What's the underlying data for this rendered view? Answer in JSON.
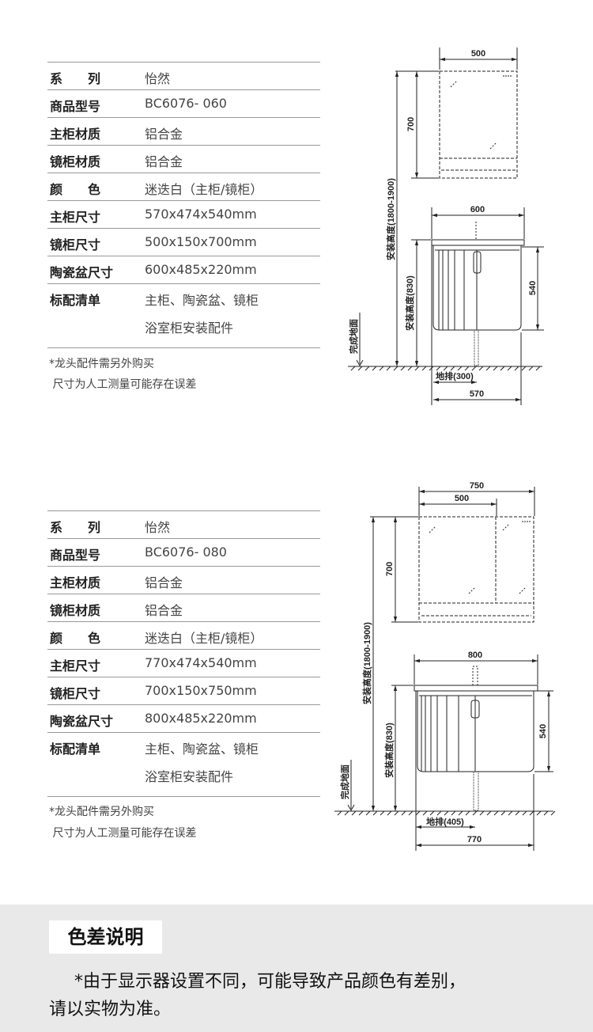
{
  "products": [
    {
      "specs": [
        {
          "label": "系　　列",
          "value": "怡然"
        },
        {
          "label": "商品型号",
          "value": "BC6076- 060"
        },
        {
          "label": "主柜材质",
          "value": "铝合金"
        },
        {
          "label": "镜柜材质",
          "value": "铝合金"
        },
        {
          "label": "颜　　色",
          "value": "迷迭白（主柜/镜柜）"
        },
        {
          "label": "主柜尺寸",
          "value": "570x474x540mm"
        },
        {
          "label": "镜柜尺寸",
          "value": "500x150x700mm"
        },
        {
          "label": "陶瓷盆尺寸",
          "value": "600x485x220mm"
        },
        {
          "label": "标配清单",
          "value": "主柜、陶瓷盆、镜柜",
          "value2": "浴室柜安装配件"
        }
      ],
      "notes": [
        "*龙头配件需另外购买",
        " 尺寸为人工测量可能存在误差"
      ],
      "drawing": {
        "mirror_width": "500",
        "mirror_height": "700",
        "install_height_total": "安装高度(1800-1900)",
        "basin_width": "600",
        "install_height_basin": "安装高度(830)",
        "cabinet_height": "540",
        "floor_label": "完成地面",
        "drain": "地排(300)",
        "cabinet_width": "570"
      }
    },
    {
      "specs": [
        {
          "label": "系　　列",
          "value": "怡然"
        },
        {
          "label": "商品型号",
          "value": "BC6076- 080"
        },
        {
          "label": "主柜材质",
          "value": "铝合金"
        },
        {
          "label": "镜柜材质",
          "value": "铝合金"
        },
        {
          "label": "颜　　色",
          "value": "迷迭白（主柜/镜柜）"
        },
        {
          "label": "主柜尺寸",
          "value": "770x474x540mm"
        },
        {
          "label": "镜柜尺寸",
          "value": "700x150x750mm"
        },
        {
          "label": "陶瓷盆尺寸",
          "value": "800x485x220mm"
        },
        {
          "label": "标配清单",
          "value": "主柜、陶瓷盆、镜柜",
          "value2": "浴室柜安装配件"
        }
      ],
      "notes": [
        "*龙头配件需另外购买",
        " 尺寸为人工测量可能存在误差"
      ],
      "drawing": {
        "mirror_total_width": "750",
        "mirror_width": "500",
        "mirror_height": "700",
        "install_height_total": "安装高度(1800-1900)",
        "basin_width": "800",
        "install_height_basin": "安装高度(830)",
        "cabinet_height": "540",
        "floor_label": "完成地面",
        "drain": "地排(405)",
        "cabinet_width": "770"
      }
    }
  ],
  "color_notice": {
    "title": "色差说明",
    "line1": "*由于显示器设置不同，可能导致产品颜色有差别，",
    "line2": "请以实物为准。"
  }
}
